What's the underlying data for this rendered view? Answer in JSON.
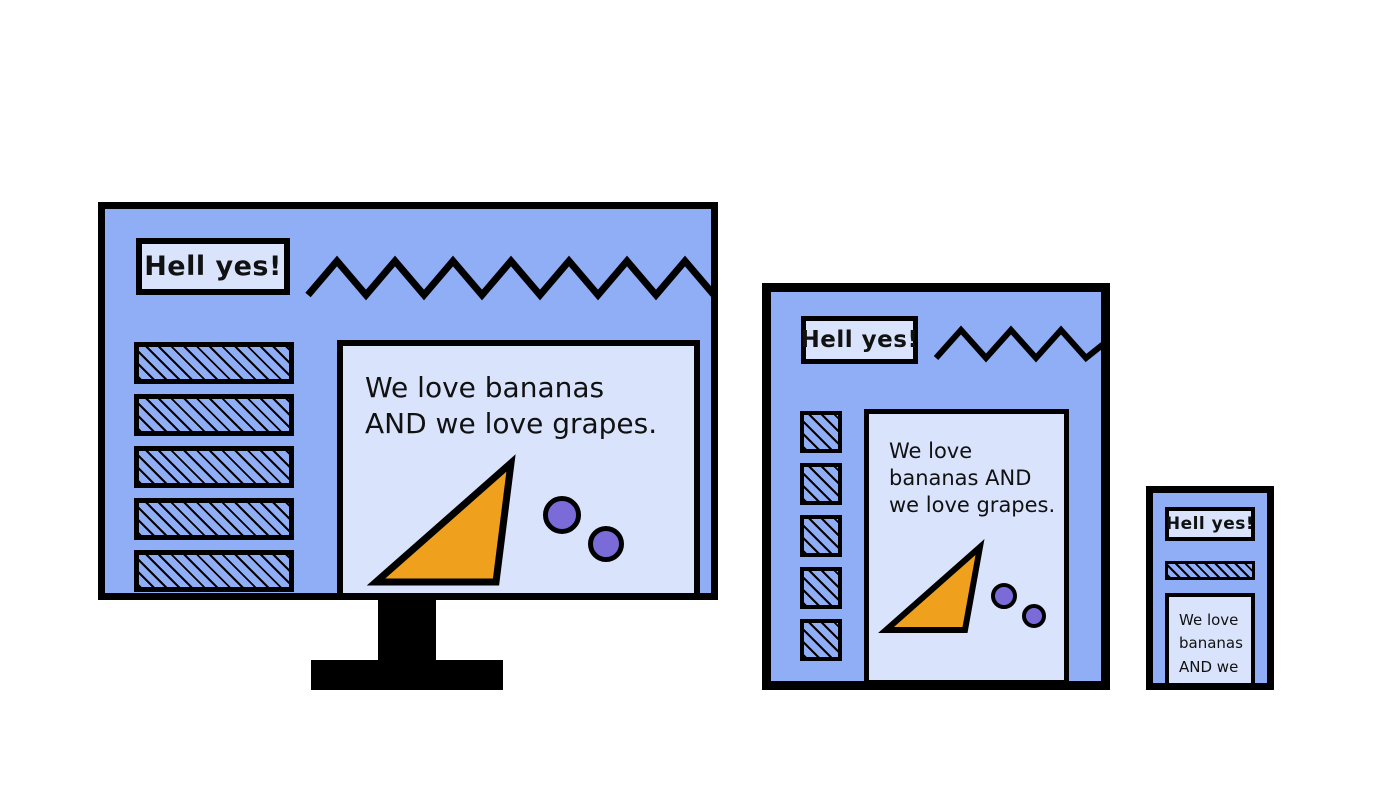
{
  "meta": {
    "illustration_title": "Responsive layout across three device sizes",
    "colors": {
      "frame": "#000000",
      "screen_background": "#8FAEF5",
      "panel": "#D9E4FC",
      "accent_orange": "#EFA01C",
      "accent_purple": "#7B6BD9",
      "page_background": "#FFFFFF"
    }
  },
  "devices": [
    {
      "id": "desktop",
      "name": "desktop-monitor",
      "badge_label": "Hell yes!",
      "decoration": "zigzag-line",
      "sidebar_item_count": 5,
      "sidebar_item_shape": "wide-bar",
      "content_text": "We love bananas\nAND we love grapes.",
      "shapes": [
        "orange-triangle",
        "purple-circle",
        "purple-circle"
      ],
      "has_stand": true
    },
    {
      "id": "tablet",
      "name": "tablet",
      "badge_label": "Hell yes!",
      "decoration": "zigzag-line",
      "sidebar_item_count": 5,
      "sidebar_item_shape": "square",
      "content_text": "We love\nbananas AND\nwe love grapes.",
      "shapes": [
        "orange-triangle",
        "purple-circle",
        "purple-circle"
      ],
      "has_stand": false
    },
    {
      "id": "mobile",
      "name": "mobile-phone",
      "badge_label": "Hell yes!",
      "decoration": "none",
      "sidebar_item_count": 1,
      "sidebar_item_shape": "wide-bar",
      "content_text": "We love\nbananas\nAND we",
      "shapes": [],
      "has_stand": false
    }
  ]
}
